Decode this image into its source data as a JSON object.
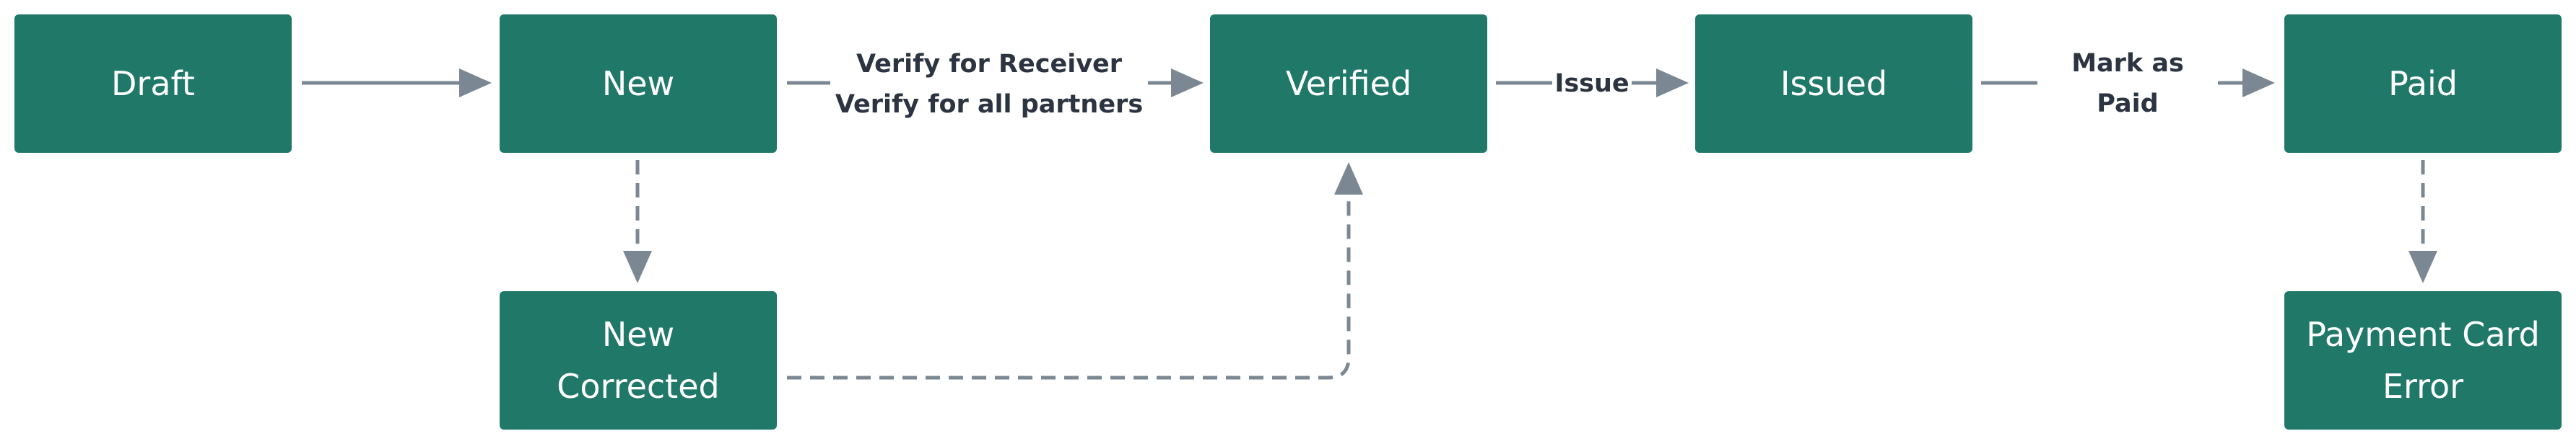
{
  "colors": {
    "node_fill": "#1f7868",
    "node_text": "#ffffff",
    "edge": "#7b8893",
    "label_text": "#2b3440"
  },
  "nodes": {
    "draft": "Draft",
    "new": "New",
    "verified": "Verified",
    "issued": "Issued",
    "paid": "Paid",
    "new_corrected": "New\nCorrected",
    "payment_card_error": "Payment Card\nError"
  },
  "edges": [
    {
      "from": "Draft",
      "to": "New",
      "label": "",
      "style": "solid"
    },
    {
      "from": "New",
      "to": "Verified",
      "label": "Verify for Receiver\nVerify for all partners",
      "style": "solid"
    },
    {
      "from": "Verified",
      "to": "Issued",
      "label": "Issue",
      "style": "solid"
    },
    {
      "from": "Issued",
      "to": "Paid",
      "label": "Mark as Paid",
      "style": "solid"
    },
    {
      "from": "New",
      "to": "New\nCorrected",
      "label": "",
      "style": "dashed"
    },
    {
      "from": "New\nCorrected",
      "to": "Verified",
      "label": "",
      "style": "dashed"
    },
    {
      "from": "Paid",
      "to": "Payment Card\nError",
      "label": "",
      "style": "dashed"
    }
  ],
  "edge_labels": {
    "verify": "Verify for Receiver\nVerify for all partners",
    "issue": "Issue",
    "mark_paid": "Mark as Paid"
  }
}
